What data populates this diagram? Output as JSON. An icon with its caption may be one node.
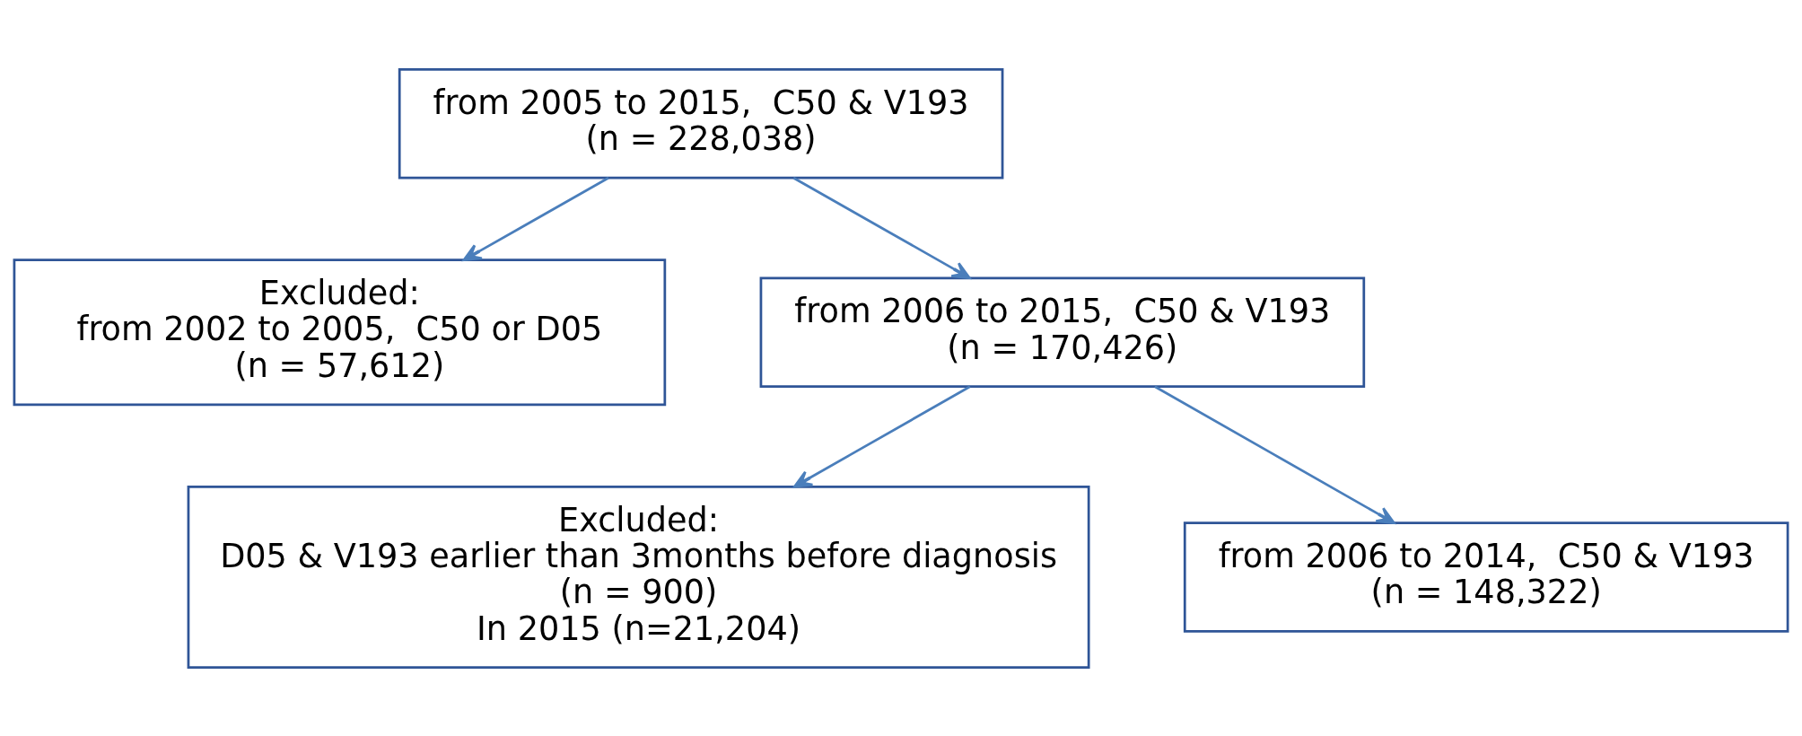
{
  "diagram": {
    "nodes": [
      {
        "text": [
          "from 2005 to 2015,  C50 & V193",
          "(n = 228,038)"
        ]
      },
      {
        "text": [
          "Excluded:",
          "from 2002 to 2005,  C50 or D05",
          "(n = 57,612)"
        ]
      },
      {
        "text": [
          "from 2006 to 2015,  C50 & V193",
          "(n = 170,426)"
        ]
      },
      {
        "text": [
          "Excluded:",
          "D05 & V193 earlier than 3months before diagnosis",
          "(n = 900)",
          "In 2015 (n=21,204)"
        ]
      },
      {
        "text": [
          "from 2006 to 2014,  C50 & V193",
          "(n = 148,322)"
        ]
      }
    ],
    "edges": [
      {
        "from": 0,
        "to": 2,
        "arrow": "to"
      },
      {
        "from": 0,
        "to": 1,
        "arrow": "to"
      },
      {
        "from": 2,
        "to": 4,
        "arrow": "to"
      },
      {
        "from": 2,
        "to": 3,
        "arrow": "to"
      }
    ]
  }
}
